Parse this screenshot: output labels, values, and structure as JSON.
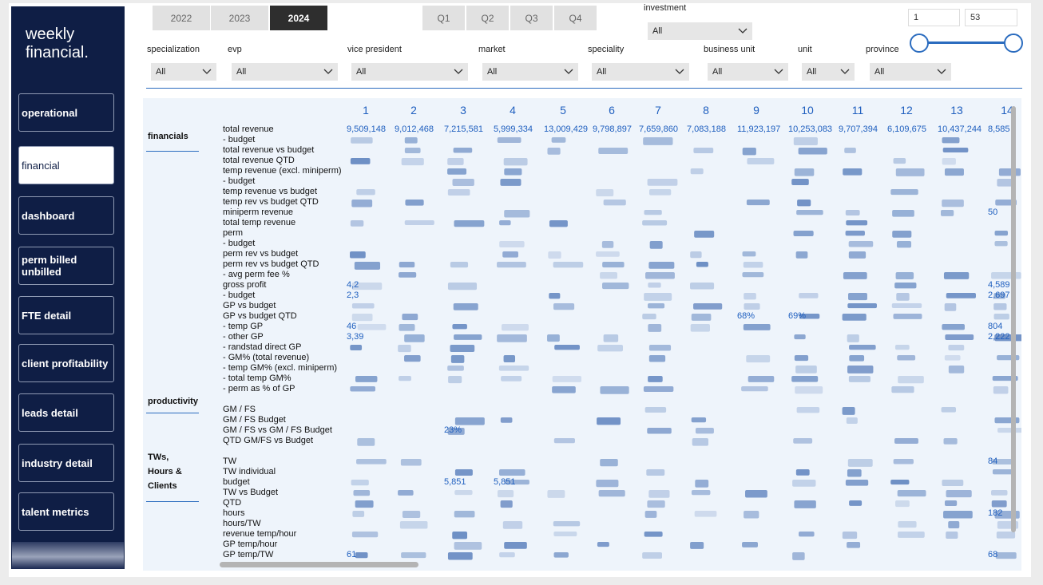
{
  "sidebar": {
    "brand": "weekly\nfinancial.",
    "items": [
      {
        "label": "operational",
        "active": false
      },
      {
        "label": "financial",
        "active": true
      },
      {
        "label": "dashboard",
        "active": false
      },
      {
        "label": "perm billed unbilled",
        "active": false
      },
      {
        "label": "FTE detail",
        "active": false
      },
      {
        "label": "client profitability",
        "active": false
      },
      {
        "label": "leads detail",
        "active": false
      },
      {
        "label": "industry detail",
        "active": false
      },
      {
        "label": "talent metrics",
        "active": false
      }
    ]
  },
  "filters": {
    "years": [
      "2022",
      "2023",
      "2024"
    ],
    "selected_year": "2024",
    "quarters": [
      "Q1",
      "Q2",
      "Q3",
      "Q4"
    ],
    "investment": {
      "label": "investment",
      "value": "All"
    },
    "dropdowns": [
      {
        "label": "specialization",
        "value": "All"
      },
      {
        "label": "evp",
        "value": "All"
      },
      {
        "label": "vice president",
        "value": "All"
      },
      {
        "label": "market",
        "value": "All"
      },
      {
        "label": "speciality",
        "value": "All"
      },
      {
        "label": "business unit",
        "value": "All"
      },
      {
        "label": "unit",
        "value": "All"
      },
      {
        "label": "province",
        "value": "All"
      }
    ],
    "week_range": {
      "from": "1",
      "to": "53"
    }
  },
  "matrix": {
    "columns": [
      "1",
      "2",
      "3",
      "4",
      "5",
      "6",
      "7",
      "8",
      "9",
      "10",
      "11",
      "12",
      "13",
      "14"
    ],
    "groups": [
      {
        "label": "financials",
        "rows": [
          "total revenue",
          "- budget",
          "total revenue vs budget",
          "total revenue QTD",
          "temp revenue (excl. miniperm)",
          "- budget",
          "temp revenue vs budget",
          "temp rev vs budget QTD",
          "miniperm revenue",
          "total temp revenue",
          "perm",
          "- budget",
          "perm rev vs budget",
          "perm rev vs budget QTD",
          "- avg perm fee %",
          "gross profit",
          "- budget",
          "GP vs budget",
          "GP vs budget QTD",
          "- temp GP",
          "- other GP",
          "- randstad direct GP",
          "- GM% (total revenue)",
          "- temp GM% (excl. miniperm)",
          "- total temp GM%",
          "- perm as % of GP"
        ]
      },
      {
        "label": "productivity",
        "rows": [
          "GM / FS",
          "GM / FS Budget",
          "GM / FS vs GM / FS Budget",
          "QTD GM/FS vs Budget"
        ]
      },
      {
        "label": "TWs,\nHours &\nClients",
        "rows": [
          "TW",
          "TW individual",
          "budget",
          "TW vs Budget",
          "QTD",
          "hours",
          "hours/TW",
          "revenue temp/hour",
          "GP temp/hour",
          "GP temp/TW"
        ]
      }
    ],
    "values": {
      "total_revenue": [
        "9,509,148",
        "9,012,468",
        "7,215,581",
        "5,999,334",
        "13,009,429",
        "9,798,897",
        "7,659,860",
        "7,083,188",
        "11,923,197",
        "10,253,083",
        "9,707,394",
        "6,109,675",
        "10,437,244",
        "8,585"
      ],
      "misc": [
        {
          "text": "4,2",
          "row": 15,
          "col": 0
        },
        {
          "text": "2,3",
          "row": 16,
          "col": 0
        },
        {
          "text": "46",
          "row": 19,
          "col": 0
        },
        {
          "text": "3,39",
          "row": 20,
          "col": 0
        },
        {
          "text": "68%",
          "row": 18,
          "col": 8
        },
        {
          "text": "69%",
          "row": 18,
          "col": 9
        },
        {
          "text": "23%",
          "row": 28,
          "col": 2
        },
        {
          "text": "5,851",
          "row": 32,
          "col": 2
        },
        {
          "text": "5,851",
          "row": 32,
          "col": 3
        },
        {
          "text": "61",
          "row": 39,
          "col": 0
        },
        {
          "text": "4,589",
          "row": 15,
          "col": 13
        },
        {
          "text": "2,697",
          "row": 16,
          "col": 13
        },
        {
          "text": "804",
          "row": 19,
          "col": 13
        },
        {
          "text": "2,222",
          "row": 20,
          "col": 13
        },
        {
          "text": "50",
          "row": 8,
          "col": 13
        },
        {
          "text": "182",
          "row": 35,
          "col": 13
        },
        {
          "text": "84",
          "row": 30,
          "col": 13
        },
        {
          "text": "68",
          "row": 39,
          "col": 13
        }
      ]
    }
  }
}
